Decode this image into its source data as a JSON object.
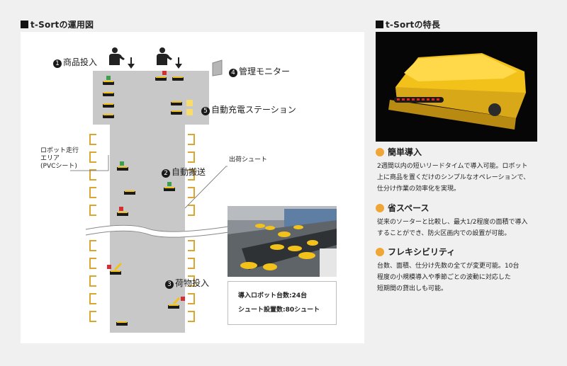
{
  "left_title": "t-Sortの運用図",
  "right_title": "t-Sortの特長",
  "labels": {
    "l1": "商品投入",
    "l2": "自動搬送",
    "l3": "荷物投入",
    "l4": "管理モニター",
    "l5": "自動充電ステーション",
    "robot_area": [
      "ロボット走行",
      "エリア",
      "(PVCシート)"
    ],
    "chute": "出荷シュート"
  },
  "numbers": {
    "n1": "1",
    "n2": "2",
    "n3": "3",
    "n4": "4",
    "n5": "5"
  },
  "info": {
    "robots": "導入ロボット台数:24台",
    "chutes": "シュート設置数:80シュート"
  },
  "features": [
    {
      "title": "簡単導入",
      "lines": [
        "2週間以内の短いリードタイムで導入可能。ロボット",
        "上に商品を置くだけのシンプルなオペレーションで、",
        "仕分け作業の効率化を実現。"
      ]
    },
    {
      "title": "省スペース",
      "lines": [
        "従来のソーターと比較し、最大1/2程度の面積で導入",
        "することができ、防火区画内での設置が可能。"
      ]
    },
    {
      "title": "フレキシビリティ",
      "lines": [
        "台数、面積、仕分け先数の全てが変更可能。10台",
        "程度の小規模導入や季節ごとの波動に対応した",
        "短期間の貸出しも可能。"
      ]
    }
  ],
  "colors": {
    "accent": "#f0a637",
    "chute": "#d9a630",
    "area": "#c8c8c8",
    "robot_yellow": "#f2c21a"
  },
  "icons": [
    "person-icon",
    "down-arrow-icon",
    "monitor-icon",
    "charger-icon",
    "robot-icon",
    "parcel-icon"
  ]
}
